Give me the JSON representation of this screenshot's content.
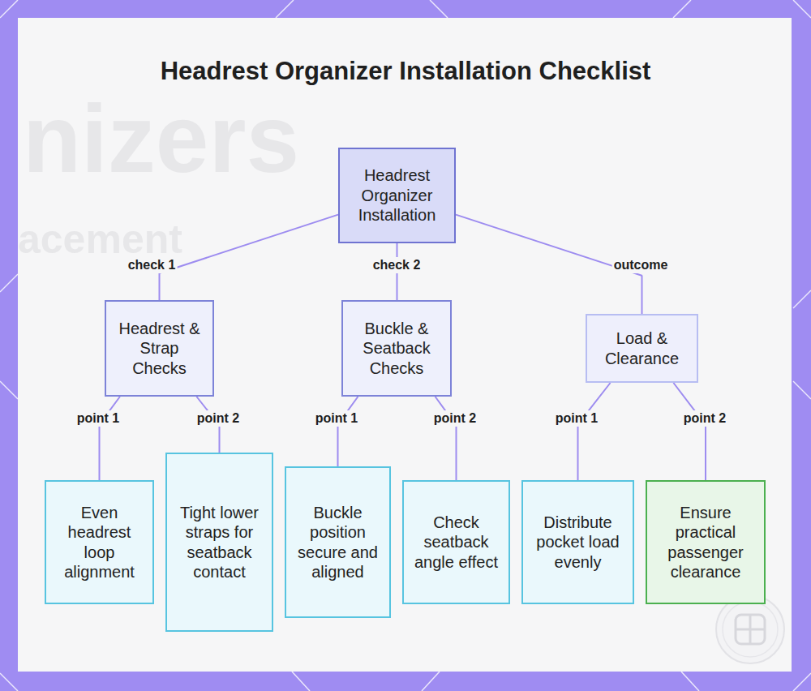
{
  "diagram": {
    "title": "Headrest Organizer Installation Checklist",
    "nodes": [
      {
        "text": [
          "Headrest Organizer Installation"
        ]
      },
      {
        "text": [
          "Headrest & Strap Checks"
        ]
      },
      {
        "text": [
          "Buckle & Seatback Checks"
        ]
      },
      {
        "text": [
          "Load & Clearance"
        ]
      },
      {
        "text": [
          "Even headrest loop alignment"
        ]
      },
      {
        "text": [
          "Tight lower straps for seatback contact"
        ]
      },
      {
        "text": [
          "Buckle position secure and aligned"
        ]
      },
      {
        "text": [
          "Check seatback angle effect"
        ]
      },
      {
        "text": [
          "Distribute pocket load evenly"
        ]
      },
      {
        "text": [
          "Ensure practical passenger clearance"
        ]
      }
    ],
    "edges": [
      {
        "from": 0,
        "to": 1,
        "label": "check 1",
        "arrow": "none"
      },
      {
        "from": 0,
        "to": 2,
        "label": "check 2",
        "arrow": "none"
      },
      {
        "from": 0,
        "to": 3,
        "label": "outcome",
        "arrow": "none"
      },
      {
        "from": 1,
        "to": 4,
        "label": "point 1",
        "arrow": "none"
      },
      {
        "from": 1,
        "to": 5,
        "label": "point 2",
        "arrow": "none"
      },
      {
        "from": 2,
        "to": 6,
        "label": "point 1",
        "arrow": "none"
      },
      {
        "from": 2,
        "to": 7,
        "label": "point 2",
        "arrow": "none"
      },
      {
        "from": 3,
        "to": 8,
        "label": "point 1",
        "arrow": "none"
      },
      {
        "from": 3,
        "to": 9,
        "label": "point 2",
        "arrow": "none"
      }
    ],
    "labels": [
      "nizers",
      "acement"
    ]
  }
}
